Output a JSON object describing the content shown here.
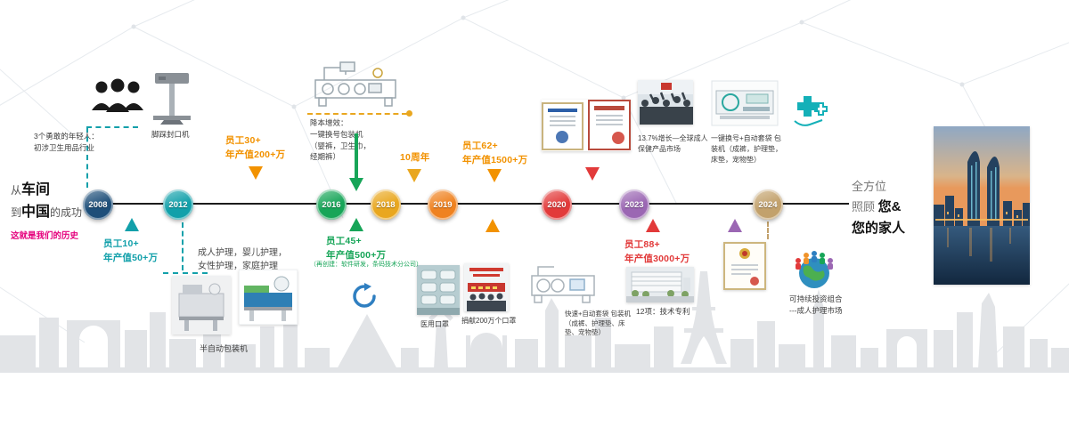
{
  "palette": {
    "navy": "#1d4e79",
    "teal": "#12a0aa",
    "green": "#17a558",
    "yellow": "#e9a71f",
    "orange_text": "#f29200",
    "orange": "#ef8220",
    "red": "#e23a3a",
    "purple": "#9b67b3",
    "bronze": "#c2a16c",
    "magenta": "#e5007d",
    "timeline_line": "#1c1c1c",
    "skyline_gray": "#e2e4e7"
  },
  "intro": {
    "line1_pre": "从",
    "line1_bold": "车间",
    "line2_pre": "到",
    "line2_bold": "中国",
    "line2_post": "的成功",
    "line3": "这就是我们的历史"
  },
  "outro": {
    "line1": "全方位",
    "line2_pre": "照顾 ",
    "line2_bold": "您&",
    "line3": "您的家人"
  },
  "years": [
    {
      "label": "2008",
      "color": "#1d4e79"
    },
    {
      "label": "2012",
      "color": "#12a0aa"
    },
    {
      "label": "2016",
      "color": "#17a558"
    },
    {
      "label": "2018",
      "color": "#e9a71f"
    },
    {
      "label": "2019",
      "color": "#ef8220"
    },
    {
      "label": "2020",
      "color": "#e23a3a"
    },
    {
      "label": "2023",
      "color": "#9b67b3"
    },
    {
      "label": "2024",
      "color": "#c2a16c"
    }
  ],
  "notes": {
    "founders_l1": "3个勇敢的年轻人：",
    "founders_l2": "初涉卫生用品行业",
    "foot_sealer": "脚踩封口机",
    "staff_2008_l1": "员工10+",
    "staff_2008_l2": "年产值50+万",
    "staff_2012_l1": "员工30+",
    "staff_2012_l2": "年产值200+万",
    "care_lines_l1": "成人护理，婴儿护理，",
    "care_lines_l2": "女性护理，家庭护理",
    "cost_l1": "降本增效：",
    "cost_l2": "一键换号包装机",
    "cost_l3": "（婴裤，卫生巾，",
    "cost_l4": "经期裤）",
    "staff_2016_l1": "员工45+",
    "staff_2016_l2": "年产值500+万",
    "staff_2016_l3": "（再创建：软件研发，条码技术分公司）",
    "semi_auto": "半自动包装机",
    "anniversary": "10周年",
    "staff_2019_l1": "员工62+",
    "staff_2019_l2": "年产值1500+万",
    "masks": "医用口罩",
    "donation": "捐献200万个口罩",
    "fast_machine": "快速+自动套袋 包装机（成裤、护理垫、床垫、宠物垫）",
    "growth_l1": "13.7%增长—全球成人",
    "growth_l2": "保健产品市场",
    "onekey_l1": "一键换号+自动套袋 包",
    "onekey_l2": "装机（成裤，护理垫，",
    "onekey_l3": "床垫，宠物垫）",
    "staff_2023_l1": "员工88+",
    "staff_2023_l2": "年产值3000+万",
    "patents": "12项：技术专利",
    "sustain_l1": "可持续投资组合",
    "sustain_l2": "---成人护理市场"
  }
}
